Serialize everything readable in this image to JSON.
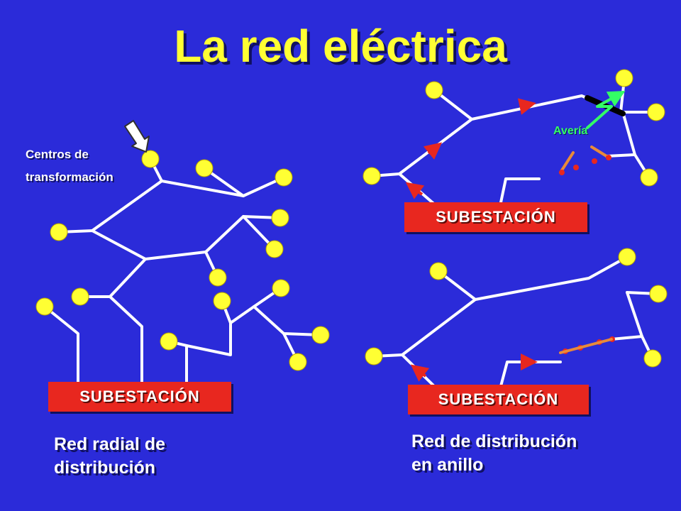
{
  "title": "La red eléctrica",
  "radial": {
    "label_line1": "Centros de",
    "label_line2": "transformación",
    "station": "SUBESTACIÓN",
    "caption_line1": "Red radial de",
    "caption_line2": "distribución"
  },
  "ring_fault": {
    "station": "SUBESTACIÓN",
    "fault_label": "Avería"
  },
  "ring": {
    "station": "SUBESTACIÓN",
    "caption_line1": "Red de distribución",
    "caption_line2": "en anillo"
  },
  "colors": {
    "background": "#2b2bd9",
    "node": "#ffff33",
    "line": "#ffffff",
    "station": "#e8271f",
    "flow_arrow": "#e8271f",
    "fault": "#33ff66",
    "switch_open": "#e88a3a"
  }
}
